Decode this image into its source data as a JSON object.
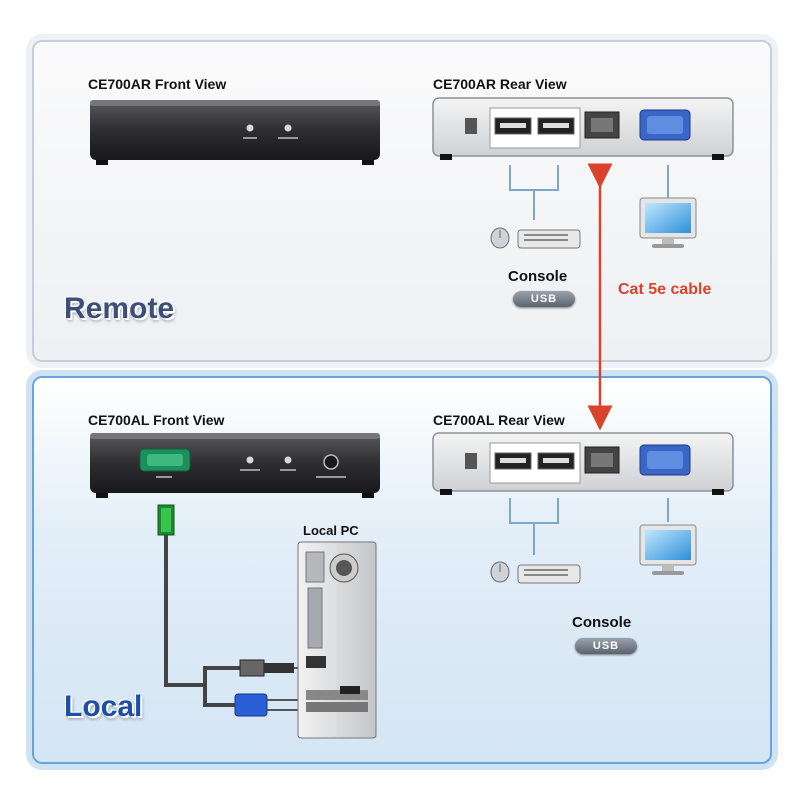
{
  "remote": {
    "label": "Remote",
    "front_view_title": "CE700AR Front View",
    "rear_view_title": "CE700AR Rear View",
    "console_label": "Console",
    "console_badge": "USB"
  },
  "local": {
    "label": "Local",
    "front_view_title": "CE700AL Front View",
    "rear_view_title": "CE700AL Rear View",
    "console_label": "Console",
    "console_badge": "USB",
    "pc_label": "Local PC"
  },
  "cable_label": "Cat 5e cable",
  "colors": {
    "cable_arrow": "#d8432b",
    "remote_border": "#c9ced6",
    "local_border": "#6aa3d6",
    "kvm_cable": "#1a8a2a",
    "vga_plug": "#2a5fd6"
  }
}
